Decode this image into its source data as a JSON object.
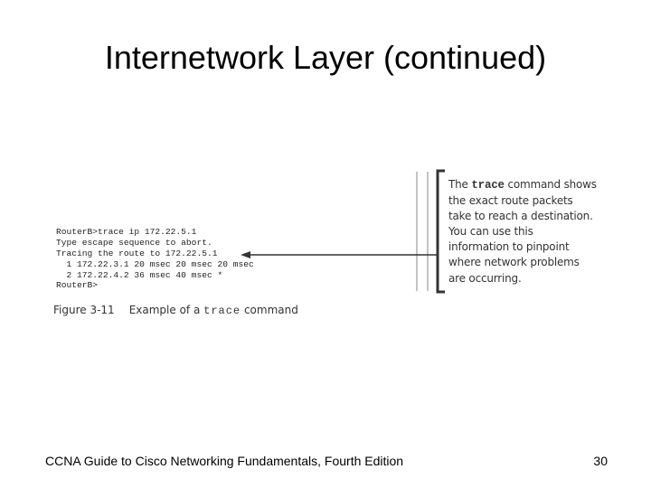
{
  "slide": {
    "title": "Internetwork Layer (continued)",
    "footer": "CCNA Guide to Cisco Networking Fundamentals, Fourth Edition",
    "page_number": "30"
  },
  "figure": {
    "terminal_lines": [
      "RouterB>trace ip 172.22.5.1",
      "Type escape sequence to abort.",
      "Tracing the route to 172.22.5.1",
      "  1 172.22.3.1 20 msec 20 msec 20 msec",
      "  2 172.22.4.2 36 msec 40 msec *",
      "RouterB>"
    ],
    "callout": {
      "line1_prefix": "The ",
      "line1_code": "trace",
      "line1_suffix": " command shows",
      "lines": [
        "the exact route packets",
        "take to reach a destination.",
        "You can use this",
        "information to pinpoint",
        "where network problems",
        "are occurring."
      ]
    },
    "caption": {
      "number": "Figure 3-11",
      "text_prefix": "Example of a ",
      "text_code": "trace",
      "text_suffix": " command"
    }
  }
}
